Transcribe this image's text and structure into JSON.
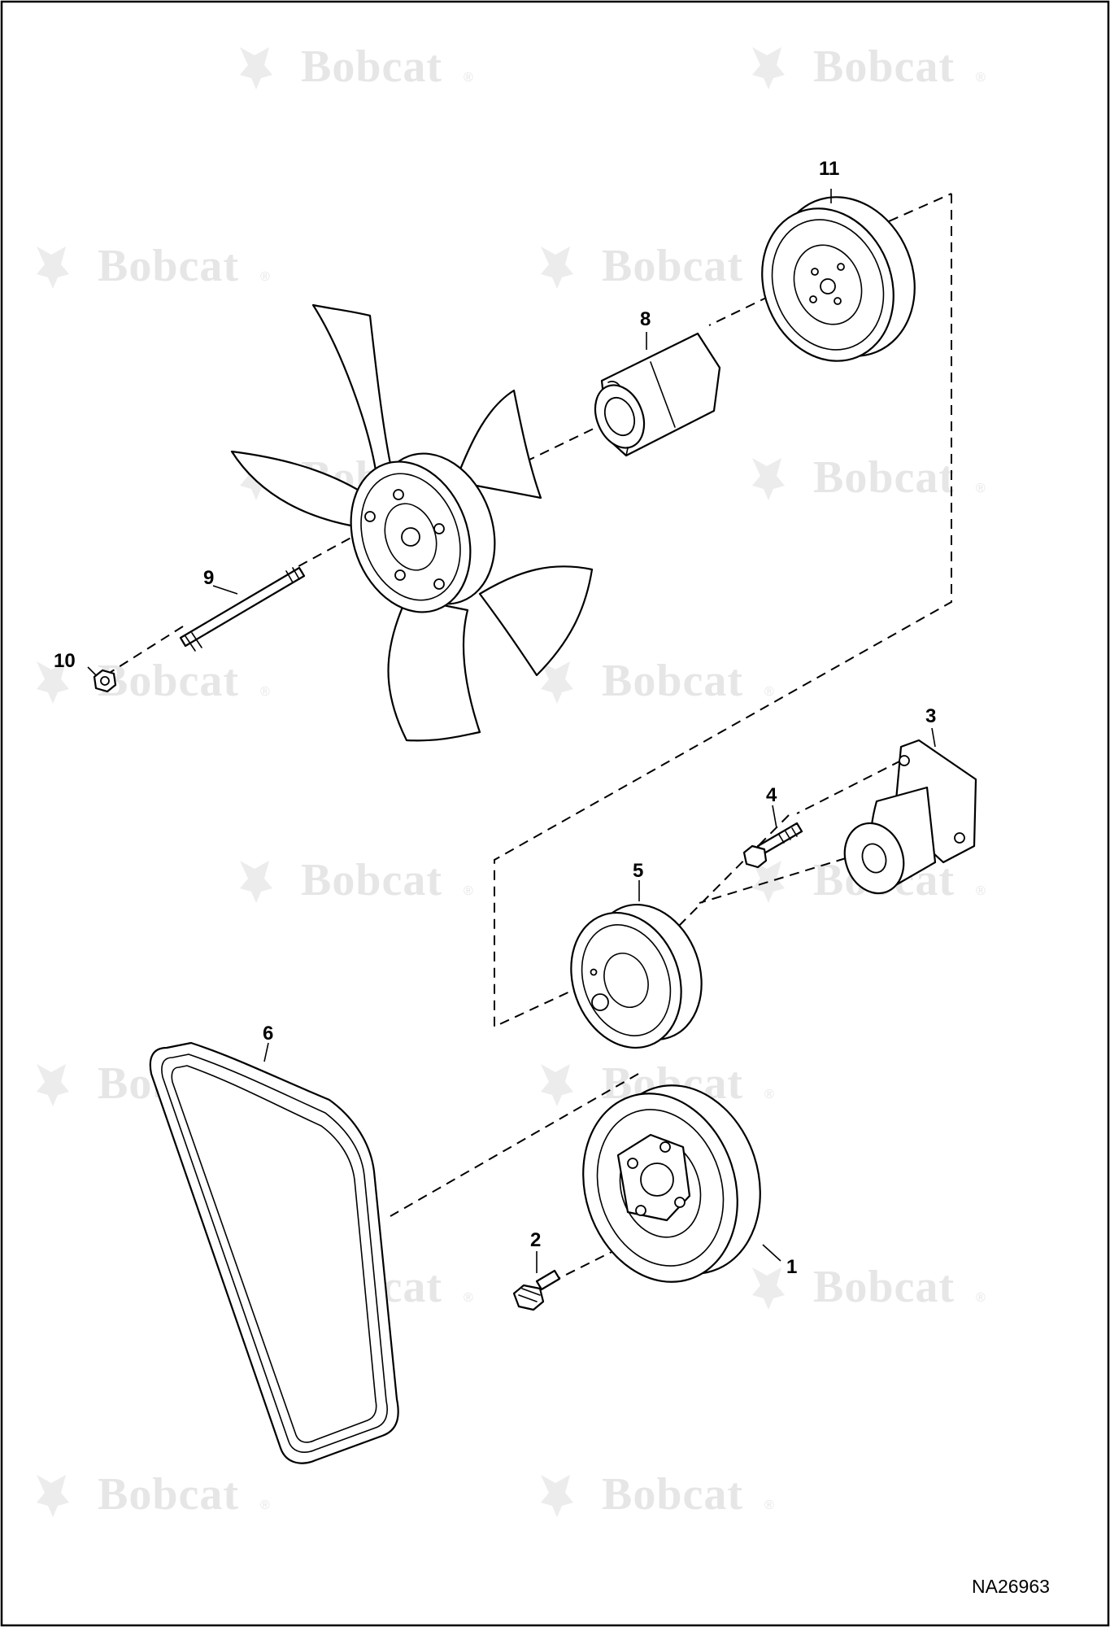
{
  "watermark": {
    "brand": "Bobcat",
    "registered": "®"
  },
  "drawing_code": "NA26963",
  "callouts": {
    "c1": "1",
    "c2": "2",
    "c3": "3",
    "c4": "4",
    "c5": "5",
    "c6": "6",
    "c8": "8",
    "c9": "9",
    "c10": "10",
    "c11": "11"
  },
  "colors": {
    "line": "#000000",
    "watermark": "#e6e6e6",
    "background": "#ffffff"
  }
}
